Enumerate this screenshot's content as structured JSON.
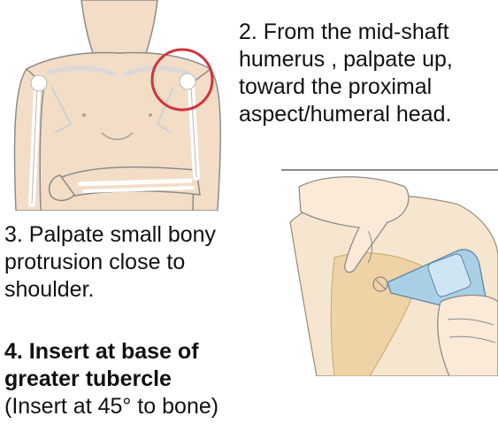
{
  "step2": {
    "lines": [
      "2. From  the mid-shaft",
      "humerus , palpate up,",
      "toward the proximal",
      "aspect/humeral head."
    ]
  },
  "step3": {
    "lines": [
      "3. Palpate small bony",
      "protrusion close to",
      "shoulder."
    ]
  },
  "step4": {
    "title_lines": [
      "4. Insert at base of",
      "greater tubercle"
    ],
    "note": "(Insert at 45° to bone)"
  },
  "colors": {
    "skin": "#f3ddc6",
    "outline": "#8c8c8c",
    "highlight_circle": "#d0343c",
    "bone": "#ffffff",
    "injector": "#a9cfe6"
  }
}
